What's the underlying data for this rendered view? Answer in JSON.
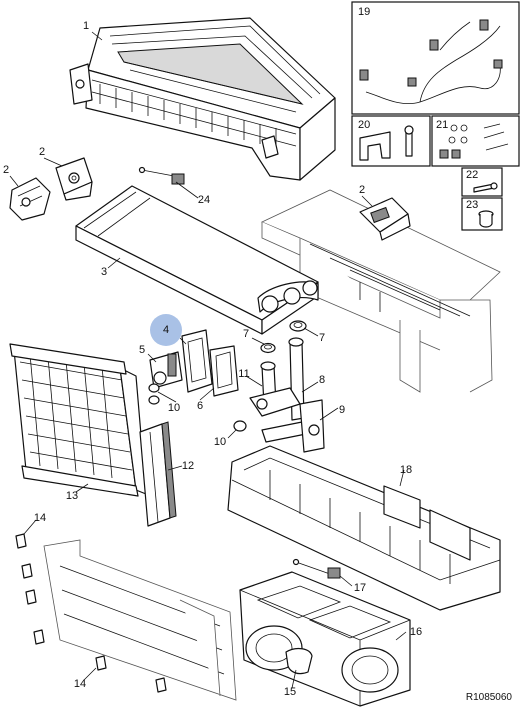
{
  "highlight_color": "#a9c1e6",
  "callouts": {
    "c1": "1",
    "c2a": "2",
    "c2b": "2",
    "c2c": "2",
    "c3": "3",
    "c4": "4",
    "c5": "5",
    "c6": "6",
    "c7a": "7",
    "c7b": "7",
    "c8": "8",
    "c9": "9",
    "c10a": "10",
    "c10b": "10",
    "c11": "11",
    "c12": "12",
    "c13": "13",
    "c14a": "14",
    "c14b": "14",
    "c15": "15",
    "c16": "16",
    "c17": "17",
    "c18": "18",
    "c24": "24"
  },
  "insets": {
    "b19": "19",
    "b20": "20",
    "b21": "21",
    "b22": "22",
    "b23": "23"
  },
  "reference_code": "R1085060"
}
